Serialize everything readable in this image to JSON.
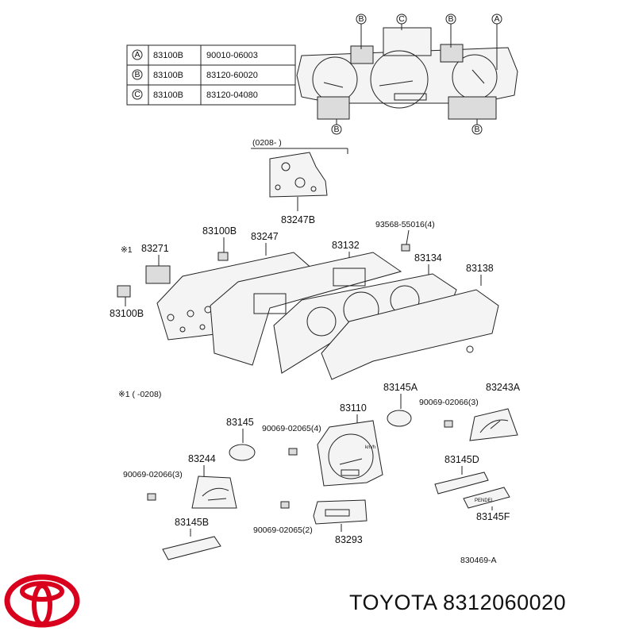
{
  "table": {
    "rows": [
      {
        "key": "A",
        "code": "83100B",
        "part": "90010-06003"
      },
      {
        "key": "B",
        "code": "83100B",
        "part": "83120-60020"
      },
      {
        "key": "C",
        "code": "83100B",
        "part": "83120-04080"
      }
    ]
  },
  "top_markers": [
    "B",
    "C",
    "B",
    "A"
  ],
  "bottom_markers": [
    "B",
    "B"
  ],
  "labels": {
    "p0208": "(0208-          )",
    "p83247B": "83247B",
    "p93568": "93568-55016(4)",
    "p83100B_top": "83100B",
    "p83247": "83247",
    "p83132": "83132",
    "p83134": "83134",
    "p83138": "83138",
    "star1": "※1",
    "p83271": "83271",
    "p83100B_left": "83100B",
    "star1_note": "※1 (      -0208)",
    "p83145A": "83145A",
    "p83243A": "83243A",
    "p90069_3a": "90069-02066(3)",
    "p83145": "83145",
    "p83110": "83110",
    "p90069_4": "90069-02065(4)",
    "p83244": "83244",
    "p83145D": "83145D",
    "p90069_3b": "90069-02066(3)",
    "p83145B": "83145B",
    "p90069_2": "90069-02065(2)",
    "p83145F": "83145F",
    "p83293": "83293",
    "fig_code": "830469-A",
    "dial_km": "km/h",
    "pendel": "PENDEL"
  },
  "brand": {
    "text": "TOYOTA 8312060020",
    "logo_color": "#d8001c"
  }
}
